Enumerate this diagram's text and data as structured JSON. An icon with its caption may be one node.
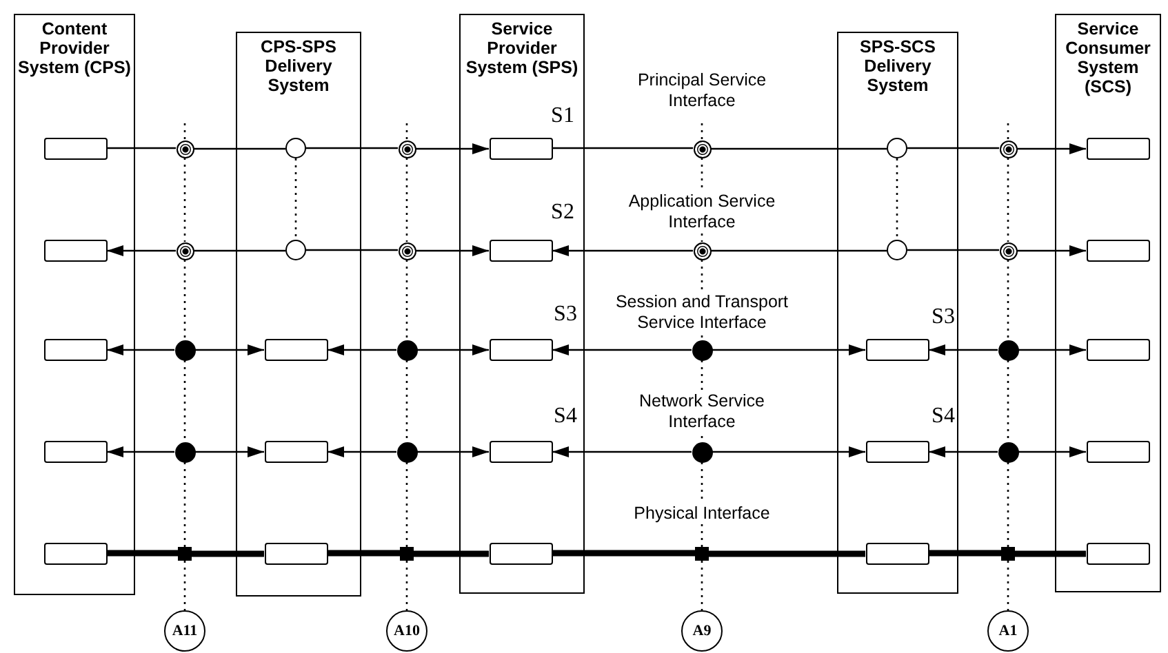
{
  "diagram": {
    "nodes": [
      {
        "text": [
          "Content Provider System (CPS)"
        ]
      },
      {
        "text": [
          "CPS-SPS Delivery System"
        ]
      },
      {
        "text": [
          "Service Provider System (SPS)"
        ]
      },
      {
        "text": [
          "SPS-SCS Delivery System"
        ]
      },
      {
        "text": [
          "Service Consumer System (SCS)"
        ]
      },
      {
        "text": [],
        "shape": "box",
        "in": 0
      },
      {
        "text": [],
        "shape": "circle"
      },
      {
        "text": [],
        "shape": "circle",
        "in": 1
      },
      {
        "text": [],
        "shape": "circle"
      },
      {
        "text": [],
        "shape": "box",
        "in": 2
      },
      {
        "text": [],
        "shape": "circle"
      },
      {
        "text": [],
        "shape": "circle",
        "in": 3
      },
      {
        "text": [],
        "shape": "circle"
      },
      {
        "text": [],
        "shape": "box",
        "in": 4
      },
      {
        "text": [],
        "shape": "box",
        "in": 0
      },
      {
        "text": [],
        "shape": "circle"
      },
      {
        "text": [],
        "shape": "circle",
        "in": 1
      },
      {
        "text": [],
        "shape": "circle"
      },
      {
        "text": [],
        "shape": "box",
        "in": 2
      },
      {
        "text": [],
        "shape": "circle"
      },
      {
        "text": [],
        "shape": "circle",
        "in": 3
      },
      {
        "text": [],
        "shape": "circle"
      },
      {
        "text": [],
        "shape": "box",
        "in": 4
      },
      {
        "text": [],
        "shape": "box",
        "in": 0
      },
      {
        "text": [],
        "shape": "circle"
      },
      {
        "text": [],
        "shape": "box",
        "in": 1
      },
      {
        "text": [],
        "shape": "circle"
      },
      {
        "text": [],
        "shape": "box",
        "in": 2
      },
      {
        "text": [],
        "shape": "circle"
      },
      {
        "text": [],
        "shape": "box",
        "in": 3
      },
      {
        "text": [],
        "shape": "circle"
      },
      {
        "text": [],
        "shape": "box",
        "in": 4
      },
      {
        "text": [],
        "shape": "box",
        "in": 0
      },
      {
        "text": [],
        "shape": "circle"
      },
      {
        "text": [],
        "shape": "box",
        "in": 1
      },
      {
        "text": [],
        "shape": "circle"
      },
      {
        "text": [],
        "shape": "box",
        "in": 2
      },
      {
        "text": [],
        "shape": "circle"
      },
      {
        "text": [],
        "shape": "box",
        "in": 3
      },
      {
        "text": [],
        "shape": "circle"
      },
      {
        "text": [],
        "shape": "box",
        "in": 4
      },
      {
        "text": [],
        "shape": "box",
        "in": 0
      },
      {
        "text": [],
        "shape": "square"
      },
      {
        "text": [],
        "shape": "box",
        "in": 1
      },
      {
        "text": [],
        "shape": "square"
      },
      {
        "text": [],
        "shape": "box",
        "in": 2
      },
      {
        "text": [],
        "shape": "square"
      },
      {
        "text": [],
        "shape": "box",
        "in": 3
      },
      {
        "text": [],
        "shape": "square"
      },
      {
        "text": [],
        "shape": "box",
        "in": 4
      },
      {
        "text": [
          "A11"
        ]
      },
      {
        "text": [
          "A10"
        ]
      },
      {
        "text": [
          "A9"
        ]
      },
      {
        "text": [
          "A1"
        ]
      }
    ],
    "edges": [
      {
        "from": 5,
        "to": 6,
        "arrow": "none"
      },
      {
        "from": 6,
        "to": 7,
        "arrow": "none"
      },
      {
        "from": 7,
        "to": 8,
        "arrow": "none"
      },
      {
        "from": 8,
        "to": 9,
        "arrow": "to"
      },
      {
        "from": 9,
        "to": 10,
        "arrow": "none"
      },
      {
        "from": 10,
        "to": 11,
        "arrow": "none"
      },
      {
        "from": 11,
        "to": 12,
        "arrow": "none"
      },
      {
        "from": 12,
        "to": 13,
        "arrow": "to"
      },
      {
        "from": 15,
        "to": 14,
        "arrow": "to"
      },
      {
        "from": 15,
        "to": 16,
        "arrow": "none"
      },
      {
        "from": 16,
        "to": 17,
        "arrow": "none"
      },
      {
        "from": 17,
        "to": 18,
        "arrow": "to"
      },
      {
        "from": 19,
        "to": 18,
        "arrow": "to"
      },
      {
        "from": 19,
        "to": 20,
        "arrow": "none"
      },
      {
        "from": 20,
        "to": 21,
        "arrow": "none"
      },
      {
        "from": 21,
        "to": 22,
        "arrow": "to"
      },
      {
        "from": 24,
        "to": 23,
        "arrow": "to"
      },
      {
        "from": 24,
        "to": 25,
        "arrow": "to"
      },
      {
        "from": 26,
        "to": 25,
        "arrow": "to"
      },
      {
        "from": 26,
        "to": 27,
        "arrow": "to"
      },
      {
        "from": 28,
        "to": 27,
        "arrow": "to"
      },
      {
        "from": 28,
        "to": 29,
        "arrow": "to"
      },
      {
        "from": 30,
        "to": 29,
        "arrow": "to"
      },
      {
        "from": 30,
        "to": 31,
        "arrow": "to"
      },
      {
        "from": 33,
        "to": 32,
        "arrow": "to"
      },
      {
        "from": 33,
        "to": 34,
        "arrow": "to"
      },
      {
        "from": 35,
        "to": 34,
        "arrow": "to"
      },
      {
        "from": 35,
        "to": 36,
        "arrow": "to"
      },
      {
        "from": 37,
        "to": 36,
        "arrow": "to"
      },
      {
        "from": 37,
        "to": 38,
        "arrow": "to"
      },
      {
        "from": 39,
        "to": 38,
        "arrow": "to"
      },
      {
        "from": 39,
        "to": 40,
        "arrow": "to"
      },
      {
        "from": 41,
        "to": 42,
        "arrow": "none",
        "style": "thick"
      },
      {
        "from": 42,
        "to": 43,
        "arrow": "none",
        "style": "thick"
      },
      {
        "from": 43,
        "to": 44,
        "arrow": "none",
        "style": "thick"
      },
      {
        "from": 44,
        "to": 45,
        "arrow": "none",
        "style": "thick"
      },
      {
        "from": 45,
        "to": 46,
        "arrow": "none",
        "style": "thick"
      },
      {
        "from": 46,
        "to": 47,
        "arrow": "none",
        "style": "thick"
      },
      {
        "from": 47,
        "to": 48,
        "arrow": "none",
        "style": "thick"
      },
      {
        "from": 48,
        "to": 49,
        "arrow": "none",
        "style": "thick"
      },
      {
        "from": null,
        "to": 6,
        "arrow": "none",
        "style": "dashed"
      },
      {
        "from": 6,
        "to": 15,
        "arrow": "none",
        "style": "dashed"
      },
      {
        "from": 15,
        "to": 24,
        "arrow": "none",
        "style": "dashed"
      },
      {
        "from": 24,
        "to": 33,
        "arrow": "none",
        "style": "dashed"
      },
      {
        "from": 33,
        "to": 42,
        "arrow": "none",
        "style": "dashed"
      },
      {
        "from": 42,
        "to": 50,
        "arrow": "none",
        "style": "dashed"
      },
      {
        "from": null,
        "to": 8,
        "arrow": "none",
        "style": "dashed"
      },
      {
        "from": 8,
        "to": 17,
        "arrow": "none",
        "style": "dashed"
      },
      {
        "from": 17,
        "to": 26,
        "arrow": "none",
        "style": "dashed"
      },
      {
        "from": 26,
        "to": 35,
        "arrow": "none",
        "style": "dashed"
      },
      {
        "from": 35,
        "to": 44,
        "arrow": "none",
        "style": "dashed"
      },
      {
        "from": 44,
        "to": 51,
        "arrow": "none",
        "style": "dashed"
      },
      {
        "from": null,
        "to": 10,
        "arrow": "none",
        "style": "dashed"
      },
      {
        "from": 10,
        "to": 19,
        "arrow": "none",
        "style": "dashed"
      },
      {
        "from": 19,
        "to": 28,
        "arrow": "none",
        "style": "dashed"
      },
      {
        "from": 28,
        "to": 37,
        "arrow": "none",
        "style": "dashed"
      },
      {
        "from": 37,
        "to": 46,
        "arrow": "none",
        "style": "dashed"
      },
      {
        "from": 46,
        "to": 52,
        "arrow": "none",
        "style": "dashed"
      },
      {
        "from": null,
        "to": 12,
        "arrow": "none",
        "style": "dashed"
      },
      {
        "from": 12,
        "to": 21,
        "arrow": "none",
        "style": "dashed"
      },
      {
        "from": 21,
        "to": 30,
        "arrow": "none",
        "style": "dashed"
      },
      {
        "from": 30,
        "to": 39,
        "arrow": "none",
        "style": "dashed"
      },
      {
        "from": 39,
        "to": 48,
        "arrow": "none",
        "style": "dashed"
      },
      {
        "from": 48,
        "to": 53,
        "arrow": "none",
        "style": "dashed"
      },
      {
        "from": 7,
        "to": 16,
        "arrow": "none",
        "style": "dashed"
      },
      {
        "from": 11,
        "to": 20,
        "arrow": "none",
        "style": "dashed"
      }
    ],
    "labels": [
      "Principal Service Interface",
      "S1",
      "Application Service Interface",
      "S2",
      "Session and Transport Service Interface",
      "S3",
      "S3",
      "Network Service Interface",
      "S4",
      "S4",
      "Physical Interface"
    ]
  }
}
